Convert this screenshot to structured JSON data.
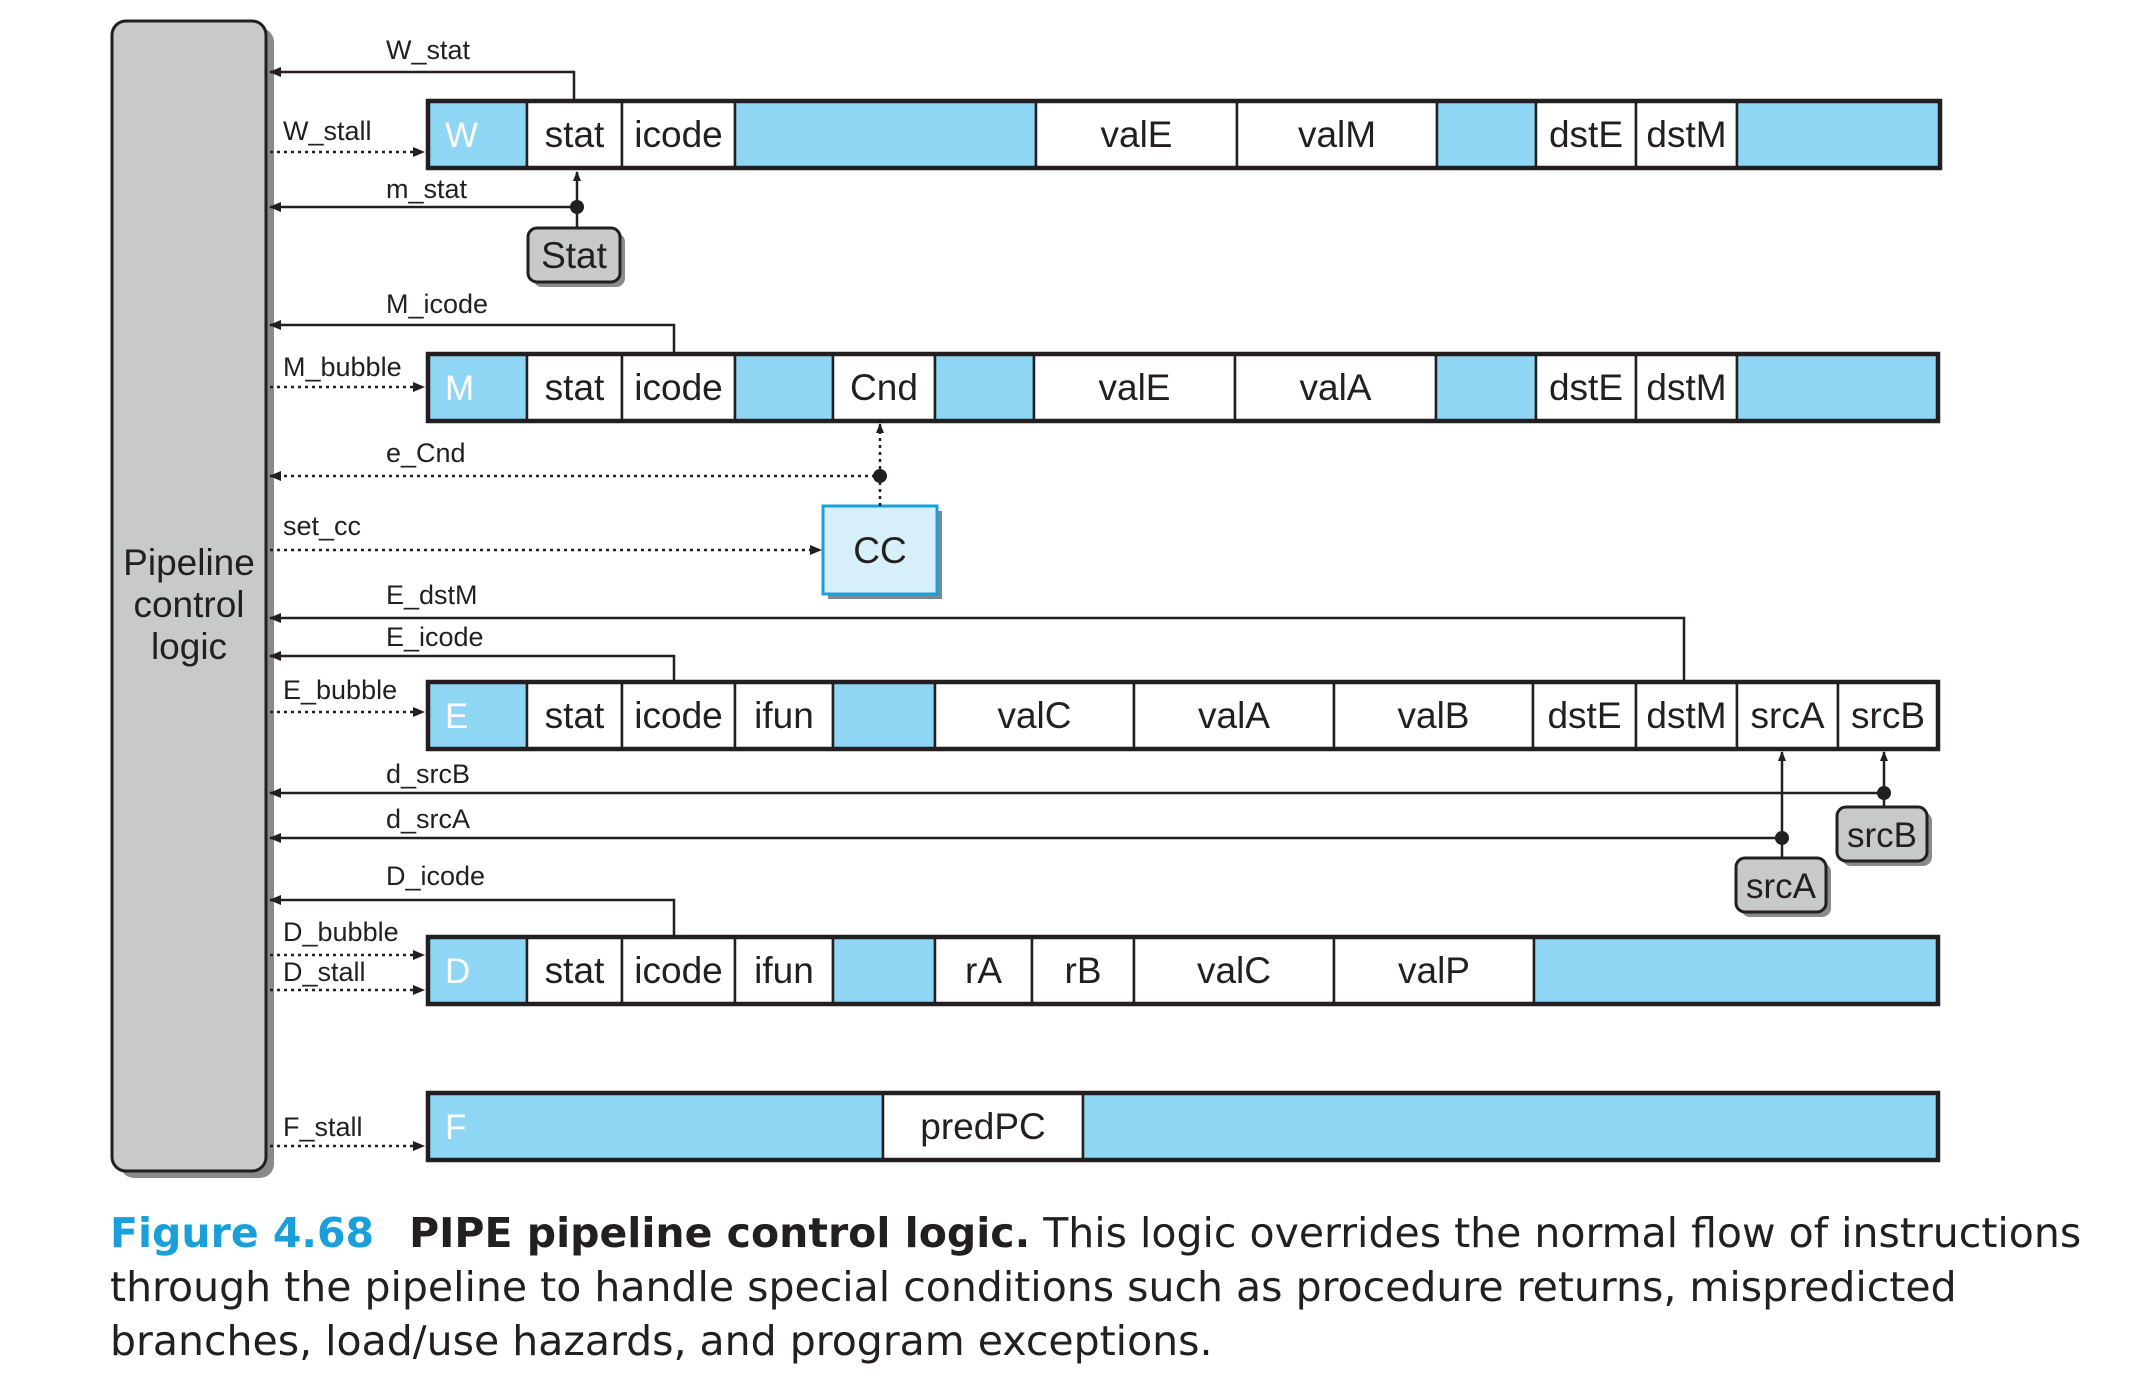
{
  "control": {
    "label_lines": [
      "Pipeline",
      "control",
      "logic"
    ]
  },
  "registers": {
    "W": {
      "name": "W",
      "fields": [
        {
          "label": ""
        },
        {
          "label": "stat"
        },
        {
          "label": "icode"
        },
        {
          "label": ""
        },
        {
          "label": "valE"
        },
        {
          "label": "valM"
        },
        {
          "label": ""
        },
        {
          "label": "dstE"
        },
        {
          "label": "dstM"
        },
        {
          "label": ""
        }
      ]
    },
    "M": {
      "name": "M",
      "fields": [
        {
          "label": ""
        },
        {
          "label": "stat"
        },
        {
          "label": "icode"
        },
        {
          "label": ""
        },
        {
          "label": "Cnd"
        },
        {
          "label": ""
        },
        {
          "label": "valE"
        },
        {
          "label": "valA"
        },
        {
          "label": ""
        },
        {
          "label": "dstE"
        },
        {
          "label": "dstM"
        },
        {
          "label": ""
        }
      ]
    },
    "E": {
      "name": "E",
      "fields": [
        {
          "label": ""
        },
        {
          "label": "stat"
        },
        {
          "label": "icode"
        },
        {
          "label": "ifun"
        },
        {
          "label": ""
        },
        {
          "label": "valC"
        },
        {
          "label": "valA"
        },
        {
          "label": "valB"
        },
        {
          "label": "dstE"
        },
        {
          "label": "dstM"
        },
        {
          "label": "srcA"
        },
        {
          "label": "srcB"
        }
      ]
    },
    "D": {
      "name": "D",
      "fields": [
        {
          "label": ""
        },
        {
          "label": "stat"
        },
        {
          "label": "icode"
        },
        {
          "label": "ifun"
        },
        {
          "label": ""
        },
        {
          "label": "rA"
        },
        {
          "label": "rB"
        },
        {
          "label": "valC"
        },
        {
          "label": "valP"
        },
        {
          "label": ""
        }
      ]
    },
    "F": {
      "name": "F",
      "fields": [
        {
          "label": ""
        },
        {
          "label": "predPC"
        },
        {
          "label": ""
        }
      ]
    }
  },
  "blocks": {
    "stat": "Stat",
    "cc": "CC",
    "srcA": "srcA",
    "srcB": "srcB"
  },
  "signals": {
    "W_stat": "W_stat",
    "W_stall": "W_stall",
    "m_stat": "m_stat",
    "M_icode": "M_icode",
    "M_bubble": "M_bubble",
    "e_Cnd": "e_Cnd",
    "set_cc": "set_cc",
    "E_dstM": "E_dstM",
    "E_icode": "E_icode",
    "E_bubble": "E_bubble",
    "d_srcB": "d_srcB",
    "d_srcA": "d_srcA",
    "D_icode": "D_icode",
    "D_bubble": "D_bubble",
    "D_stall": "D_stall",
    "F_stall": "F_stall"
  },
  "caption": {
    "label": "Figure 4.68",
    "title": "PIPE pipeline control logic.",
    "text": "This logic overrides the normal flow of instructions through the pipeline to handle special conditions such as procedure returns, mispredicted branches, load/use hazards, and program exceptions."
  },
  "colors": {
    "register_fill": "#8fd6f4",
    "cc_fill": "#d6eff9",
    "cc_border": "#1aa0d9",
    "control_fill": "#c8c9cb",
    "gray_block": "#c8c9cb",
    "caption_accent": "#1aa0d9",
    "line": "#231f20"
  }
}
